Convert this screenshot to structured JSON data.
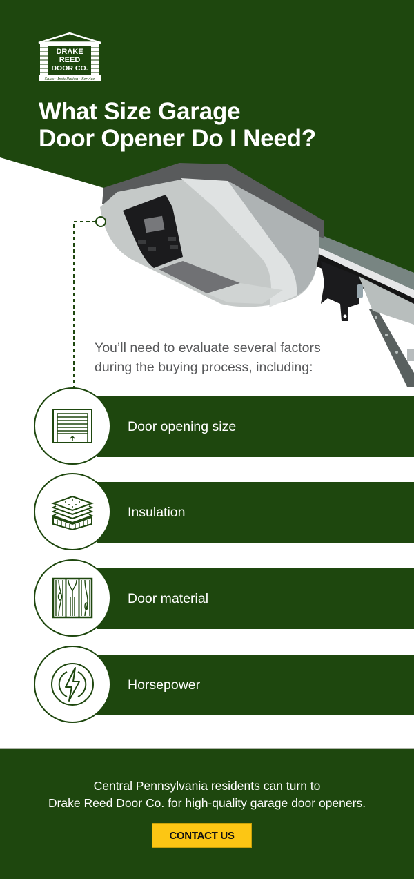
{
  "brand": {
    "name_line1": "DRAKE",
    "name_line2": "REED",
    "name_line3": "DOOR CO.",
    "tagline": "Sales · Installation · Service"
  },
  "colors": {
    "primary_green": "#1e470e",
    "accent_yellow": "#fcc614",
    "body_text": "#58595b",
    "white": "#ffffff"
  },
  "hero": {
    "title_line1": "What Size Garage",
    "title_line2": "Door Opener Do I Need?"
  },
  "intro": {
    "line1": "You’ll need to evaluate several factors",
    "line2": "during the buying process, including:"
  },
  "factors": [
    {
      "label": "Door opening size",
      "icon": "garage-door-icon"
    },
    {
      "label": "Insulation",
      "icon": "insulation-layers-icon"
    },
    {
      "label": "Door material",
      "icon": "wood-grain-icon"
    },
    {
      "label": "Horsepower",
      "icon": "lightning-bolt-icon"
    }
  ],
  "footer": {
    "line1": "Central Pennsylvania residents can turn to",
    "line2": "Drake Reed Door Co. for high-quality garage door openers.",
    "cta_label": "CONTACT US"
  }
}
